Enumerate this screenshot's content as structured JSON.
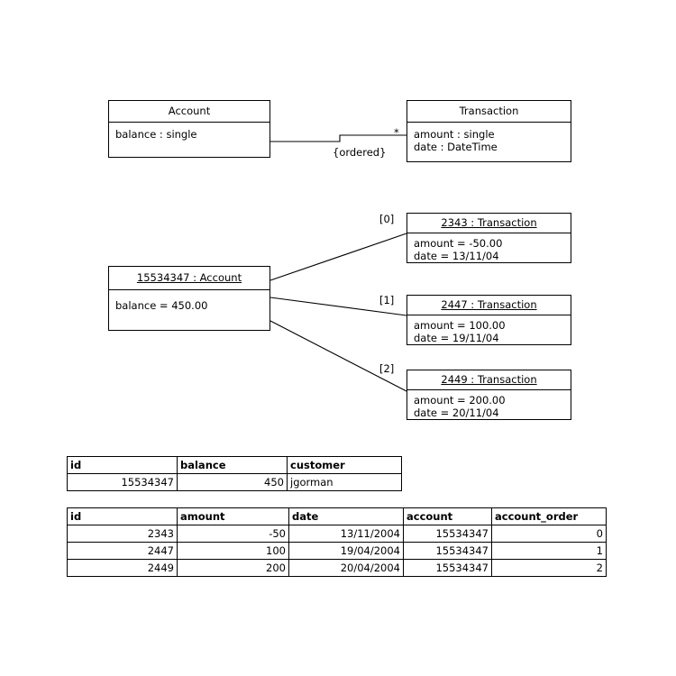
{
  "diagram": {
    "class_diagram": {
      "classes": [
        {
          "name": "Account",
          "attributes": [
            "balance : single"
          ]
        },
        {
          "name": "Transaction",
          "attributes": [
            "amount : single",
            "date : DateTime"
          ]
        }
      ],
      "association": {
        "multiplicity": "*",
        "constraint": "{ordered}"
      }
    },
    "object_diagram": {
      "account_object": {
        "title": "15534347 :  Account",
        "slots": [
          "balance = 450.00"
        ]
      },
      "transaction_objects": [
        {
          "index_label": "[0]",
          "title": "2343 : Transaction",
          "slots": [
            "amount = -50.00",
            "date = 13/11/04"
          ]
        },
        {
          "index_label": "[1]",
          "title": "2447 : Transaction",
          "slots": [
            "amount = 100.00",
            "date = 19/11/04"
          ]
        },
        {
          "index_label": "[2]",
          "title": "2449 : Transaction",
          "slots": [
            "amount = 200.00",
            "date = 20/11/04"
          ]
        }
      ]
    }
  },
  "tables": {
    "account_table": {
      "headers": [
        "id",
        "balance",
        "customer"
      ],
      "rows": [
        [
          "15534347",
          "450",
          "jgorman"
        ]
      ],
      "aligns": [
        "num",
        "num",
        "txt"
      ]
    },
    "transaction_table": {
      "headers": [
        "id",
        "amount",
        "date",
        "account",
        "account_order"
      ],
      "rows": [
        [
          "2343",
          "-50",
          "13/11/2004",
          "15534347",
          "0"
        ],
        [
          "2447",
          "100",
          "19/04/2004",
          "15534347",
          "1"
        ],
        [
          "2449",
          "200",
          "20/04/2004",
          "15534347",
          "2"
        ]
      ],
      "aligns": [
        "num",
        "num",
        "num",
        "num",
        "num"
      ]
    }
  },
  "colors": {
    "stroke": "#000000",
    "background": "#ffffff",
    "text": "#000000"
  }
}
